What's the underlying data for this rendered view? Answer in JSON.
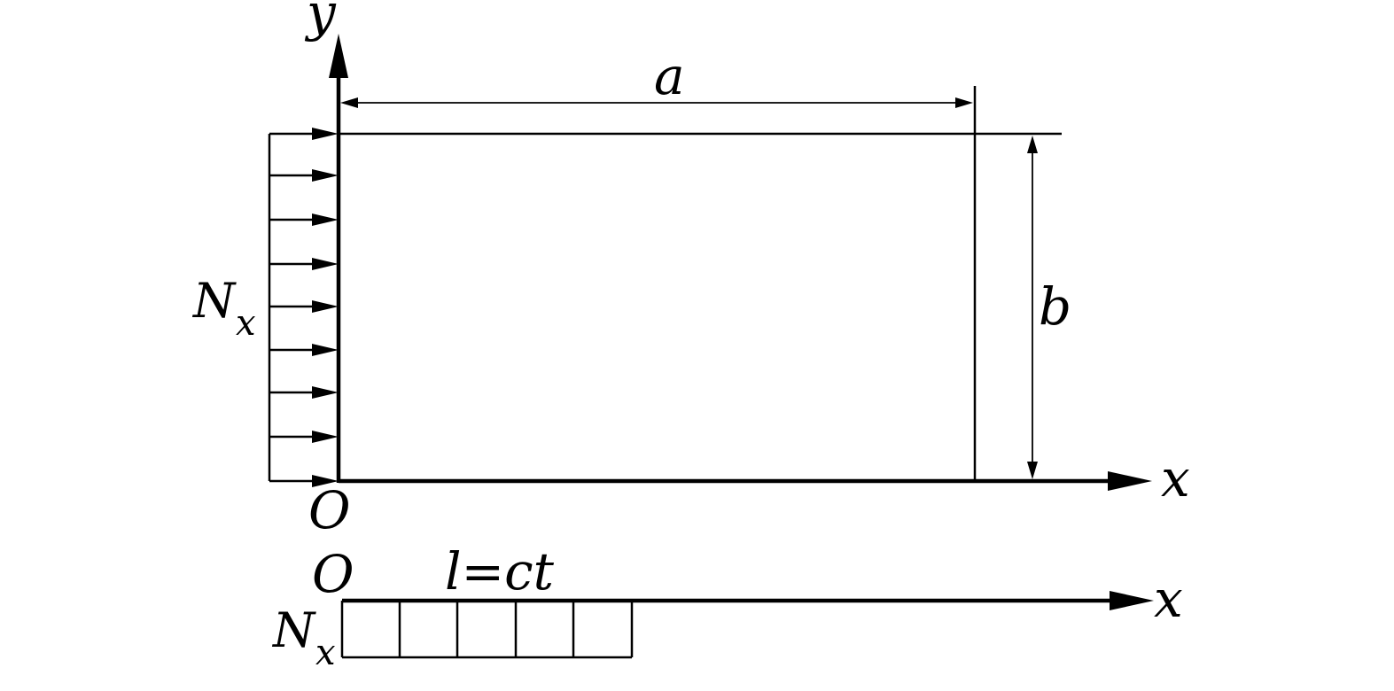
{
  "diagram": {
    "ink_color": "#000000",
    "background": "#ffffff",
    "labels": {
      "y_axis": "y",
      "x_axis_top": "x",
      "origin_top": "O",
      "width_dim": "a",
      "height_dim": "b",
      "load_symbol": "N",
      "load_subscript": "x",
      "origin_bottom": "O",
      "length_formula": "l=ct",
      "x_axis_bottom": "x",
      "load_symbol_bottom": "N",
      "load_subscript_bottom": "x"
    }
  }
}
